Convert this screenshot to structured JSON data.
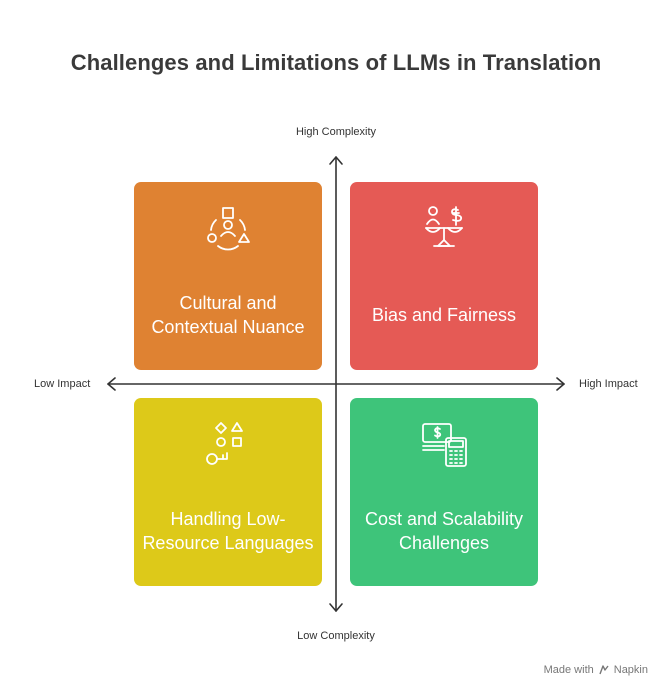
{
  "title": "Challenges and Limitations of LLMs in Translation",
  "axes": {
    "top": "High Complexity",
    "bottom": "Low Complexity",
    "left": "Low Impact",
    "right": "High Impact"
  },
  "quadrants": [
    {
      "label": "Cultural and Contextual Nuance",
      "color": "#df8232",
      "icon": "people-shapes-cycle-icon"
    },
    {
      "label": "Bias and Fairness",
      "color": "#e55a55",
      "icon": "person-dollar-scale-icon"
    },
    {
      "label": "Handling Low-Resource Languages",
      "color": "#ddc919",
      "icon": "shapes-key-icon"
    },
    {
      "label": "Cost and Scalability Challenges",
      "color": "#3ec47a",
      "icon": "money-calculator-icon"
    }
  ],
  "footer": {
    "text": "Made with",
    "brand": "Napkin"
  }
}
